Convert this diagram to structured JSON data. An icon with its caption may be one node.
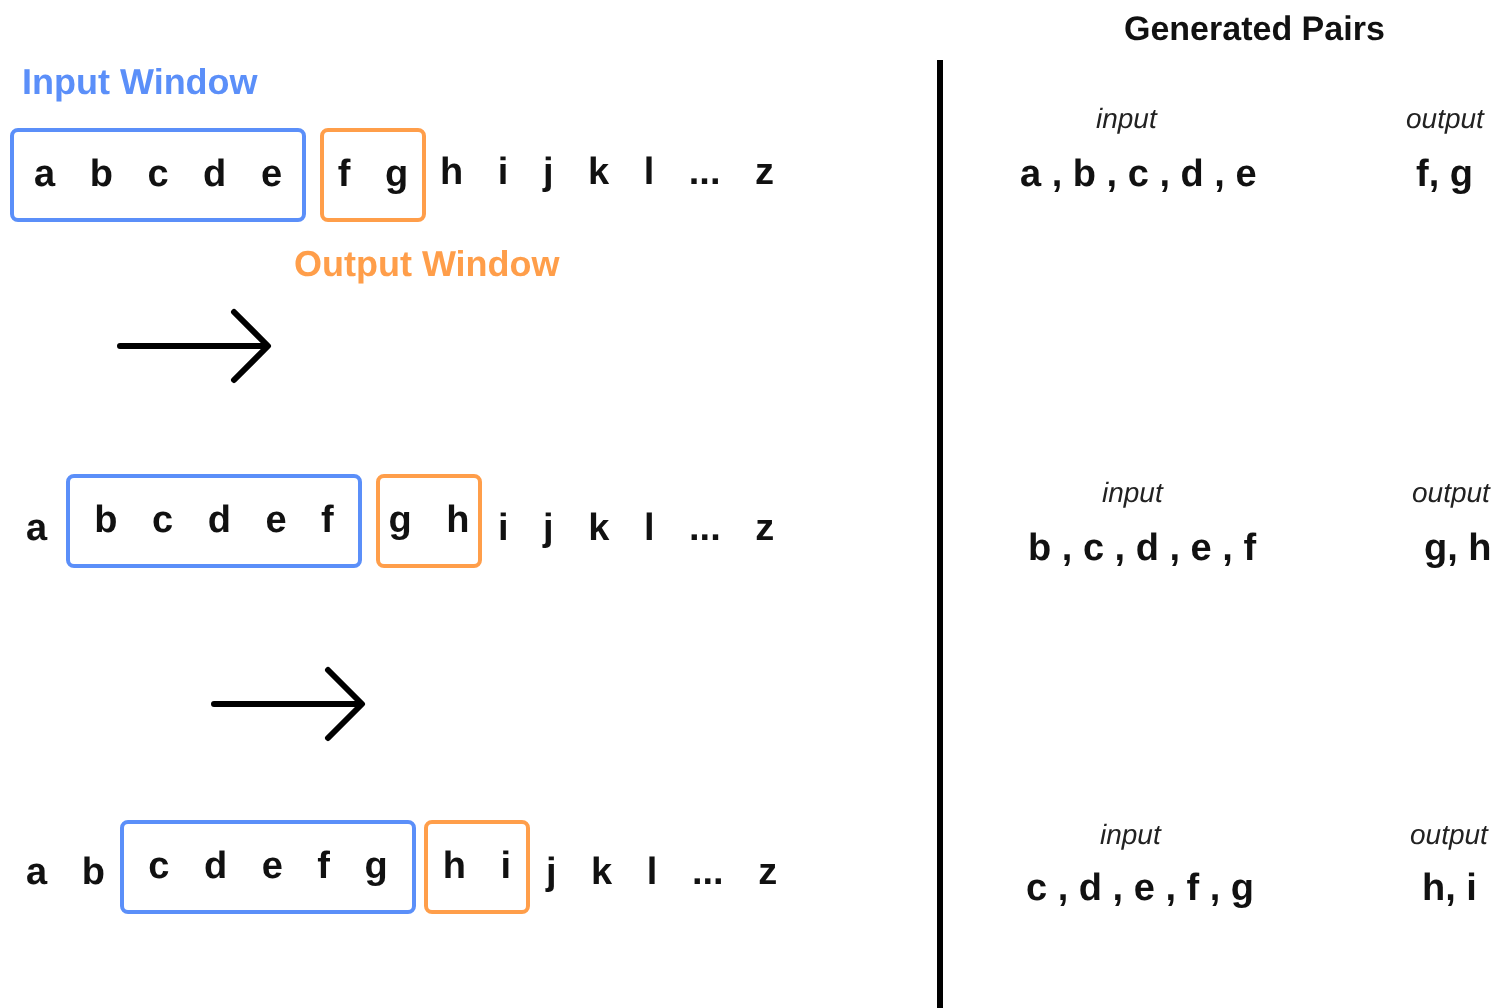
{
  "diagram": {
    "nodes": [
      {
        "text": [
          "Input Window",
          "a b c d e"
        ]
      },
      {
        "text": [
          "f g",
          "Output Window"
        ]
      },
      {
        "text": [
          "b c d e f"
        ]
      },
      {
        "text": [
          "g h"
        ]
      },
      {
        "text": [
          "c d e f g"
        ]
      },
      {
        "text": [
          "h i"
        ]
      }
    ],
    "edges": [],
    "labels": [
      "h i j k l ... z",
      "a",
      "i j k l ... z",
      "a b",
      "j k l ... z",
      "Generated Pairs",
      "input",
      "output",
      "a , b , c , d , e",
      "f, g",
      "input",
      "output",
      "b , c , d , e , f",
      "g, h",
      "input",
      "output",
      "c , d , e , f , g",
      "h, i"
    ]
  }
}
